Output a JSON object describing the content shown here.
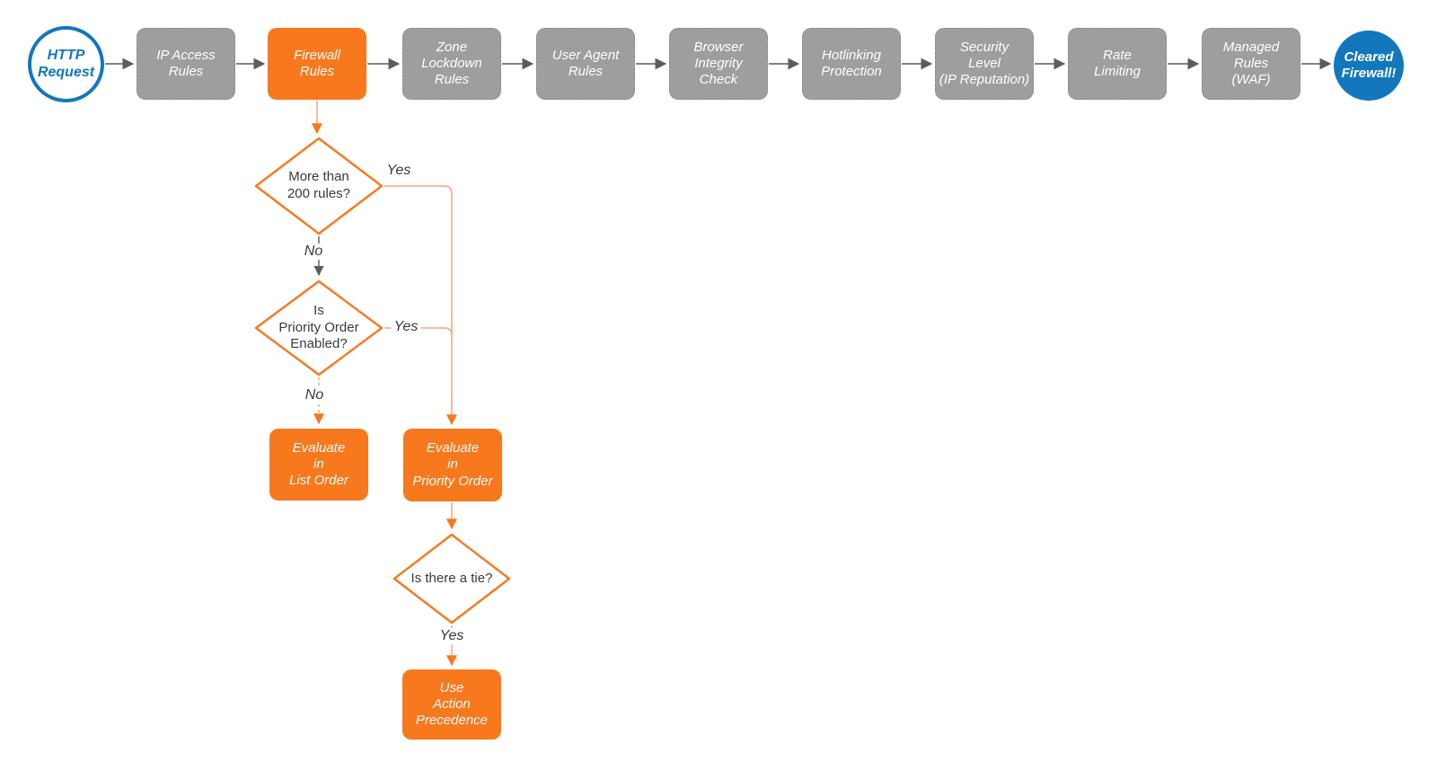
{
  "colors": {
    "orange": "#F7781D",
    "orange_light": "#F9A57C",
    "gray_node": "#9E9EA0",
    "gray_node_border": "#8B8B8D",
    "gray_line": "#5C5C5C",
    "blue": "#1377BD",
    "ink": "#3A3A3A"
  },
  "pipeline": {
    "start": {
      "label": "HTTP\nRequest"
    },
    "steps": [
      {
        "label": "IP Access\nRules"
      },
      {
        "label": "Firewall\nRules"
      },
      {
        "label": "Zone\nLockdown\nRules"
      },
      {
        "label": "User Agent\nRules"
      },
      {
        "label": "Browser\nIntegrity\nCheck"
      },
      {
        "label": "Hotlinking\nProtection"
      },
      {
        "label": "Security\nLevel\n(IP Reputation)"
      },
      {
        "label": "Rate\nLimiting"
      },
      {
        "label": "Managed\nRules\n(WAF)"
      }
    ],
    "end": {
      "label": "Cleared\nFirewall!"
    }
  },
  "branch": {
    "decision_rules": {
      "label": "More than\n200 rules?"
    },
    "decision_priority": {
      "label": "Is\nPriority Order\nEnabled?"
    },
    "decision_tie": {
      "label": "Is there a tie?"
    },
    "evaluate_list": {
      "label": "Evaluate\nin\nList Order"
    },
    "evaluate_priority": {
      "label": "Evaluate\nin\nPriority Order"
    },
    "use_action_precedence": {
      "label": "Use\nAction\nPrecedence"
    },
    "edge_labels": {
      "yes_rules": "Yes",
      "no_rules": "No",
      "yes_priority": "Yes",
      "no_priority": "No",
      "yes_tie": "Yes"
    }
  }
}
